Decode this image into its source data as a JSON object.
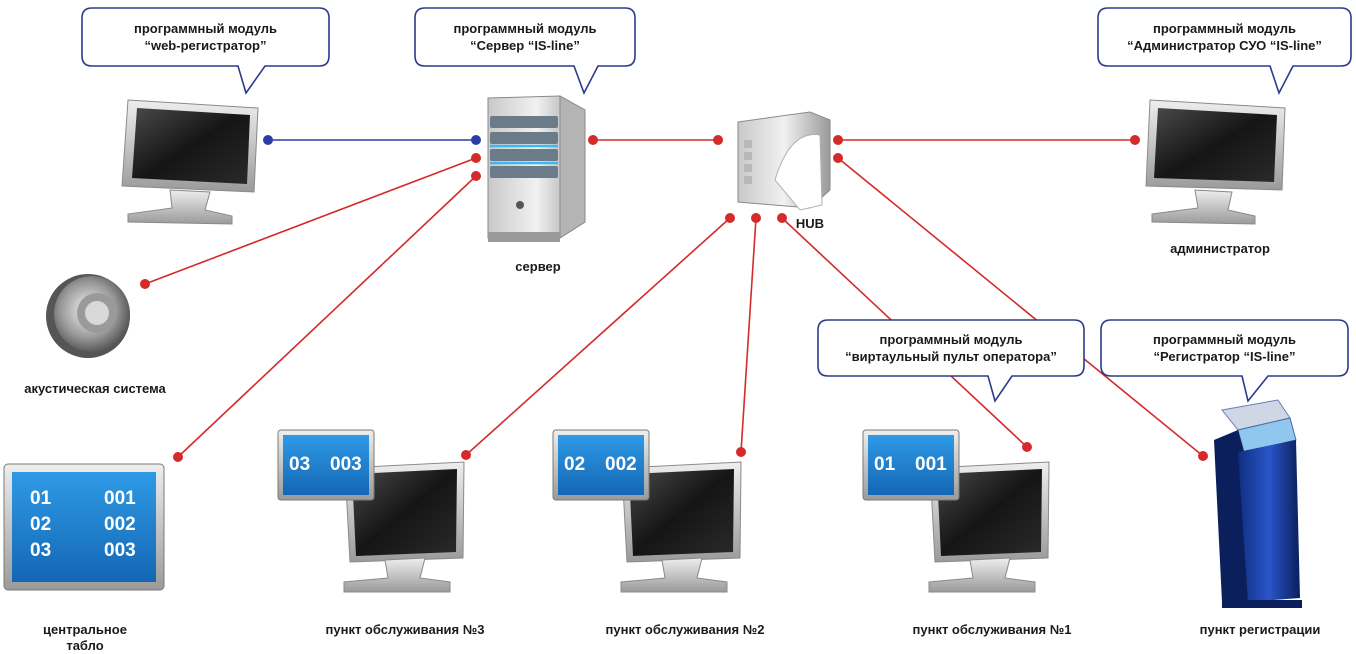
{
  "colors": {
    "lan": "#d42a2a",
    "web": "#2a3fa6",
    "bubble_border": "#2b3a8c",
    "screen": "#1c86d6"
  },
  "bubbles": [
    {
      "id": "web",
      "line1": "программный модуль",
      "line2": "“web-регистратор”"
    },
    {
      "id": "server",
      "line1": "программный модуль",
      "line2": "“Сервер “IS-line”"
    },
    {
      "id": "admin",
      "line1": "программный модуль",
      "line2": "“Администратор СУО “IS-line”"
    },
    {
      "id": "operator",
      "line1": "программный модуль",
      "line2": "“виртаульный пульт оператора”"
    },
    {
      "id": "registrar",
      "line1": "программный модуль",
      "line2": "“Регистратор “IS-line”"
    }
  ],
  "labels": {
    "server": "сервер",
    "hub": "HUB",
    "admin": "администратор",
    "speaker": "акустическая система",
    "board_line1": "центральное",
    "board_line2": "табло",
    "point3": "пункт обслуживания №3",
    "point2": "пункт обслуживания №2",
    "point1": "пункт обслуживания №1",
    "kiosk": "пункт регистрации"
  },
  "board": {
    "rows": [
      {
        "window": "01",
        "ticket": "001"
      },
      {
        "window": "02",
        "ticket": "002"
      },
      {
        "window": "03",
        "ticket": "003"
      }
    ]
  },
  "operator_screens": [
    {
      "window": "03",
      "ticket": "003"
    },
    {
      "window": "02",
      "ticket": "002"
    },
    {
      "window": "01",
      "ticket": "001"
    }
  ]
}
